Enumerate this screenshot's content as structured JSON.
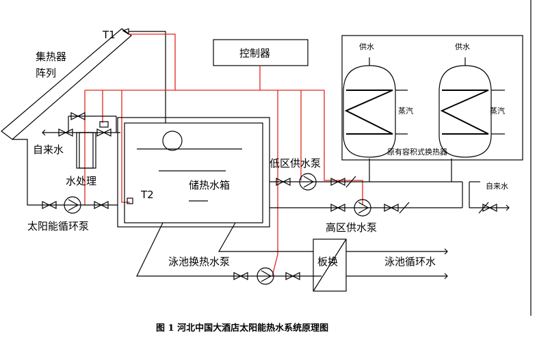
{
  "labels": {
    "collector": "集热器",
    "collector_2": "阵列",
    "t1": "T1",
    "t2": "T2",
    "controller": "控制器",
    "tap_water_left": "自来水",
    "water_treatment": "水处理",
    "storage_tank": "储热水箱",
    "solar_pump": "太阳能循环泵",
    "low_zone_pump": "低区供水泵",
    "high_zone_pump": "高区供水泵",
    "pool_hx_pump": "泳池换热水泵",
    "plate_hx": "板换",
    "pool_circ": "泳池循环水",
    "supply_1": "供水",
    "supply_2": "供水",
    "steam_1": "蒸汽",
    "steam_2": "蒸汽",
    "existing_hx": "原有容积式换热器",
    "tap_water_right": "自来水"
  },
  "caption": "图 1  河北中国大酒店太阳能热水系统原理图",
  "colors": {
    "line": "#000000",
    "control_wire": "#e3241b"
  }
}
